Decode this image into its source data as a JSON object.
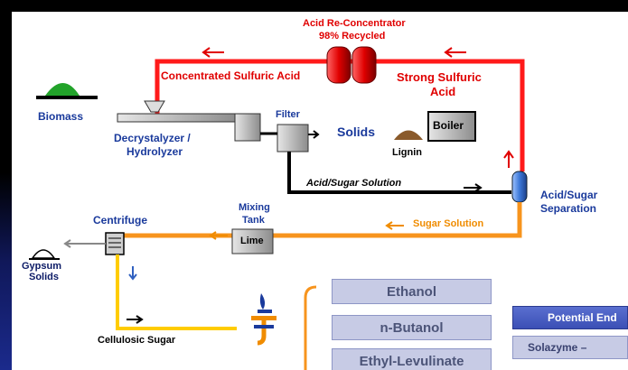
{
  "labels": {
    "acid_reconcentrator": "Acid Re-Concentrator",
    "recycled": "98% Recycled",
    "concentrated_acid": "Concentrated Sulfuric Acid",
    "strong_acid_line1": "Strong Sulfuric",
    "strong_acid_line2": "Acid",
    "biomass": "Biomass",
    "decrystalyzer_line1": "Decrystalyzer /",
    "decrystalyzer_line2": "Hydrolyzer",
    "filter": "Filter",
    "solids": "Solids",
    "boiler": "Boiler",
    "lignin": "Lignin",
    "acid_sugar_solution": "Acid/Sugar  Solution",
    "acid_sugar_sep_line1": "Acid/Sugar",
    "acid_sugar_sep_line2": "Separation",
    "mixing_line1": "Mixing",
    "mixing_line2": "Tank",
    "lime": "Lime",
    "sugar_solution": "Sugar Solution",
    "centrifuge": "Centrifuge",
    "gypsum_line1": "Gypsum",
    "gypsum_line2": "Solids",
    "cellulosic_sugar": "Cellulosic Sugar"
  },
  "products": [
    "Ethanol",
    "n-Butanol",
    "Ethyl-Levulinate"
  ],
  "partners": {
    "header": "Potential End",
    "item1": "Solazyme –"
  },
  "colors": {
    "acid_line": "#ff1a1a",
    "sugar_line": "#f7941d",
    "cellulosic_line": "#ffcc00",
    "product_box": "#c7cbe5",
    "partner_header": "#3b4fb5"
  }
}
